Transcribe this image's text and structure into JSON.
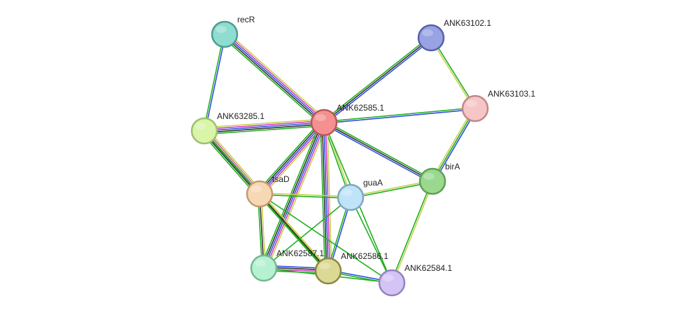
{
  "network": {
    "nodes": [
      {
        "id": "recR",
        "label": "recR",
        "fill": "#8fdcd0",
        "stroke": "#4e9c90"
      },
      {
        "id": "ANK63102.1",
        "label": "ANK63102.1",
        "fill": "#99a3e3",
        "stroke": "#5561a8"
      },
      {
        "id": "ANK63103.1",
        "label": "ANK63103.1",
        "fill": "#f6c6c6",
        "stroke": "#c08888"
      },
      {
        "id": "ANK63285.1",
        "label": "ANK63285.1",
        "fill": "#d8f5a8",
        "stroke": "#9fbf70"
      },
      {
        "id": "ANK62585.1",
        "label": "ANK62585.1",
        "fill": "#f49090",
        "stroke": "#b85858"
      },
      {
        "id": "birA",
        "label": "birA",
        "fill": "#9ad890",
        "stroke": "#5fa054"
      },
      {
        "id": "tsaD",
        "label": "tsaD",
        "fill": "#f7d8b5",
        "stroke": "#c29a70"
      },
      {
        "id": "guaA",
        "label": "guaA",
        "fill": "#bfe3f8",
        "stroke": "#7fa8c2"
      },
      {
        "id": "ANK62587.1",
        "label": "ANK62587.1",
        "fill": "#b6f2d2",
        "stroke": "#74b894"
      },
      {
        "id": "ANK62586.1",
        "label": "ANK62586.1",
        "fill": "#dcd896",
        "stroke": "#8c8840"
      },
      {
        "id": "ANK62584.1",
        "label": "ANK62584.1",
        "fill": "#d3c4f5",
        "stroke": "#9582bf"
      }
    ],
    "edges": [
      {
        "source": "recR",
        "target": "ANK62585.1",
        "colors": [
          "#c8d050",
          "#d040c0",
          "#3050e0",
          "#303030",
          "#20b020"
        ]
      },
      {
        "source": "recR",
        "target": "ANK63285.1",
        "colors": [
          "#3050e0",
          "#20b020"
        ]
      },
      {
        "source": "ANK63102.1",
        "target": "ANK62585.1",
        "colors": [
          "#3050e0",
          "#303030",
          "#20b020"
        ]
      },
      {
        "source": "ANK63102.1",
        "target": "ANK63103.1",
        "colors": [
          "#20b020",
          "#c8d050"
        ]
      },
      {
        "source": "ANK63103.1",
        "target": "ANK62585.1",
        "colors": [
          "#3050e0",
          "#20b020"
        ]
      },
      {
        "source": "ANK63103.1",
        "target": "birA",
        "colors": [
          "#3050e0",
          "#20b020",
          "#c8d050"
        ]
      },
      {
        "source": "ANK63285.1",
        "target": "ANK62585.1",
        "colors": [
          "#c8d050",
          "#d040c0",
          "#3050e0",
          "#303030",
          "#20b020"
        ]
      },
      {
        "source": "ANK63285.1",
        "target": "tsaD",
        "colors": [
          "#c8d050",
          "#d040c0",
          "#3050e0",
          "#303030",
          "#20b020"
        ]
      },
      {
        "source": "ANK63285.1",
        "target": "ANK62586.1",
        "colors": [
          "#c8d050",
          "#20b020"
        ]
      },
      {
        "source": "ANK62585.1",
        "target": "birA",
        "colors": [
          "#20b020",
          "#303030",
          "#3050e0"
        ]
      },
      {
        "source": "ANK62585.1",
        "target": "tsaD",
        "colors": [
          "#c8d050",
          "#d040c0",
          "#3050e0",
          "#303030",
          "#20b020"
        ]
      },
      {
        "source": "ANK62585.1",
        "target": "guaA",
        "colors": [
          "#c8d050",
          "#20b020"
        ]
      },
      {
        "source": "ANK62585.1",
        "target": "ANK62587.1",
        "colors": [
          "#c8d050",
          "#d040c0",
          "#3050e0",
          "#303030",
          "#20b020"
        ]
      },
      {
        "source": "ANK62585.1",
        "target": "ANK62586.1",
        "colors": [
          "#c8d050",
          "#d040c0",
          "#3050e0",
          "#303030",
          "#20b020"
        ]
      },
      {
        "source": "ANK62585.1",
        "target": "ANK62584.1",
        "colors": [
          "#20b020"
        ]
      },
      {
        "source": "tsaD",
        "target": "guaA",
        "colors": [
          "#c8d050",
          "#20b020"
        ]
      },
      {
        "source": "tsaD",
        "target": "ANK62587.1",
        "colors": [
          "#c8d050",
          "#303030",
          "#20b020"
        ]
      },
      {
        "source": "tsaD",
        "target": "ANK62586.1",
        "colors": [
          "#c8d050",
          "#303030",
          "#20b020"
        ]
      },
      {
        "source": "tsaD",
        "target": "ANK62584.1",
        "colors": [
          "#20b020"
        ]
      },
      {
        "source": "guaA",
        "target": "birA",
        "colors": [
          "#c8d050",
          "#20b020"
        ]
      },
      {
        "source": "guaA",
        "target": "ANK62586.1",
        "colors": [
          "#3050e0",
          "#20b020"
        ]
      },
      {
        "source": "guaA",
        "target": "ANK62587.1",
        "colors": [
          "#20b020"
        ]
      },
      {
        "source": "guaA",
        "target": "ANK62584.1",
        "colors": [
          "#20b020"
        ]
      },
      {
        "source": "birA",
        "target": "ANK62584.1",
        "colors": [
          "#c8d050",
          "#20b020"
        ]
      },
      {
        "source": "ANK62587.1",
        "target": "ANK62586.1",
        "colors": [
          "#3050e0",
          "#303030",
          "#d040c0",
          "#20b020"
        ]
      },
      {
        "source": "ANK62587.1",
        "target": "ANK62584.1",
        "colors": [
          "#20b020"
        ]
      },
      {
        "source": "ANK62586.1",
        "target": "ANK62584.1",
        "colors": [
          "#3050e0",
          "#20b020"
        ]
      }
    ]
  }
}
